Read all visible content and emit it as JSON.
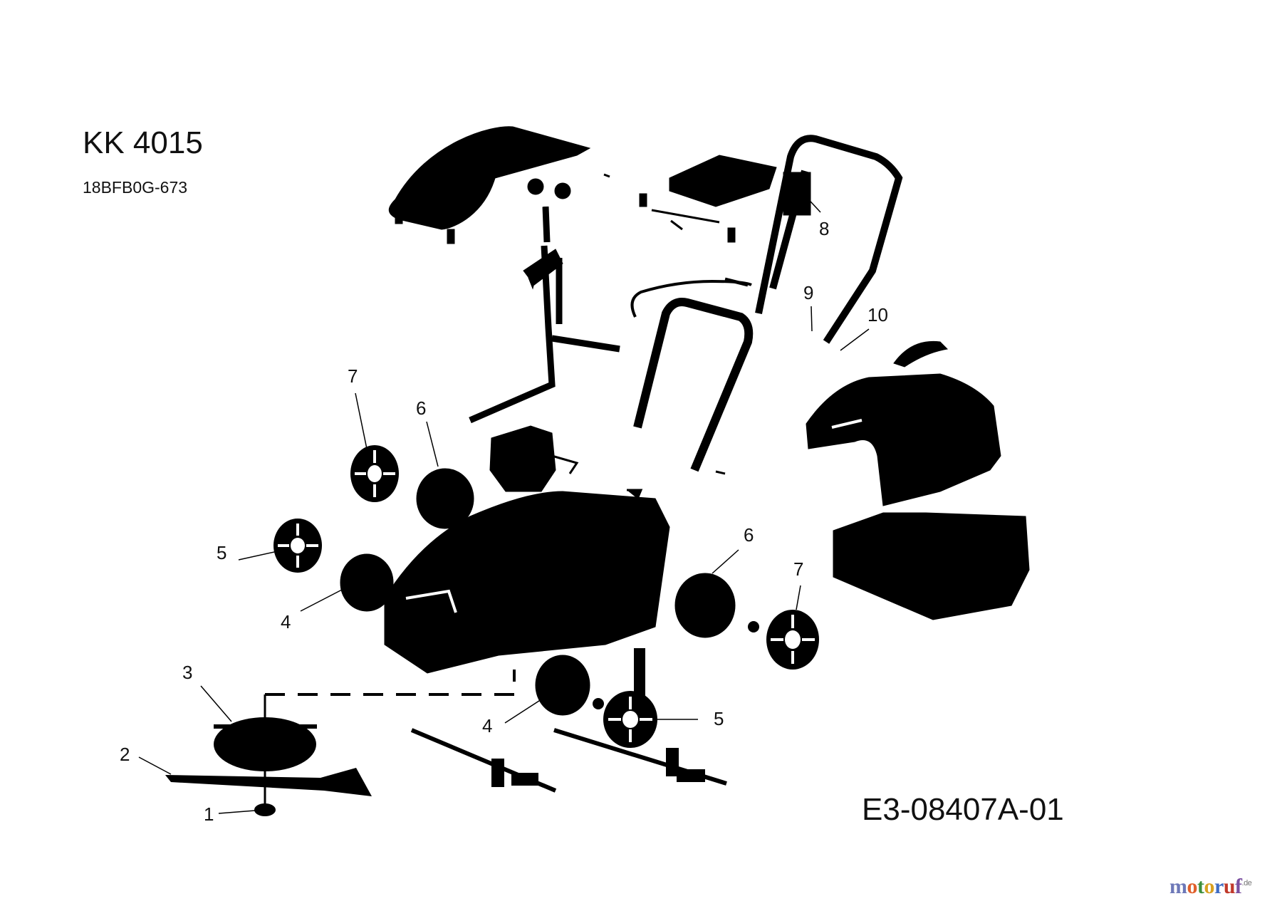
{
  "header": {
    "model": "KK 4015",
    "part_number": "18BFB0G-673"
  },
  "footer": {
    "drawing_code": "E3-08407A-01"
  },
  "watermark": {
    "letters": [
      {
        "ch": "m",
        "color": "#6d78b8"
      },
      {
        "ch": "o",
        "color": "#e0602c"
      },
      {
        "ch": "t",
        "color": "#3c8f3c"
      },
      {
        "ch": "o",
        "color": "#d9a020"
      },
      {
        "ch": "r",
        "color": "#3f6cc4"
      },
      {
        "ch": "u",
        "color": "#c0392b"
      },
      {
        "ch": "f",
        "color": "#7a4fa0"
      }
    ],
    "suffix": ".de"
  },
  "callouts": [
    {
      "id": "c1",
      "label": "1"
    },
    {
      "id": "c2",
      "label": "2"
    },
    {
      "id": "c3",
      "label": "3"
    },
    {
      "id": "c4a",
      "label": "4"
    },
    {
      "id": "c4b",
      "label": "4"
    },
    {
      "id": "c5a",
      "label": "5"
    },
    {
      "id": "c5b",
      "label": "5"
    },
    {
      "id": "c6a",
      "label": "6"
    },
    {
      "id": "c6b",
      "label": "6"
    },
    {
      "id": "c7a",
      "label": "7"
    },
    {
      "id": "c7b",
      "label": "7"
    },
    {
      "id": "c8",
      "label": "8"
    },
    {
      "id": "c9",
      "label": "9"
    },
    {
      "id": "c10",
      "label": "10"
    }
  ]
}
